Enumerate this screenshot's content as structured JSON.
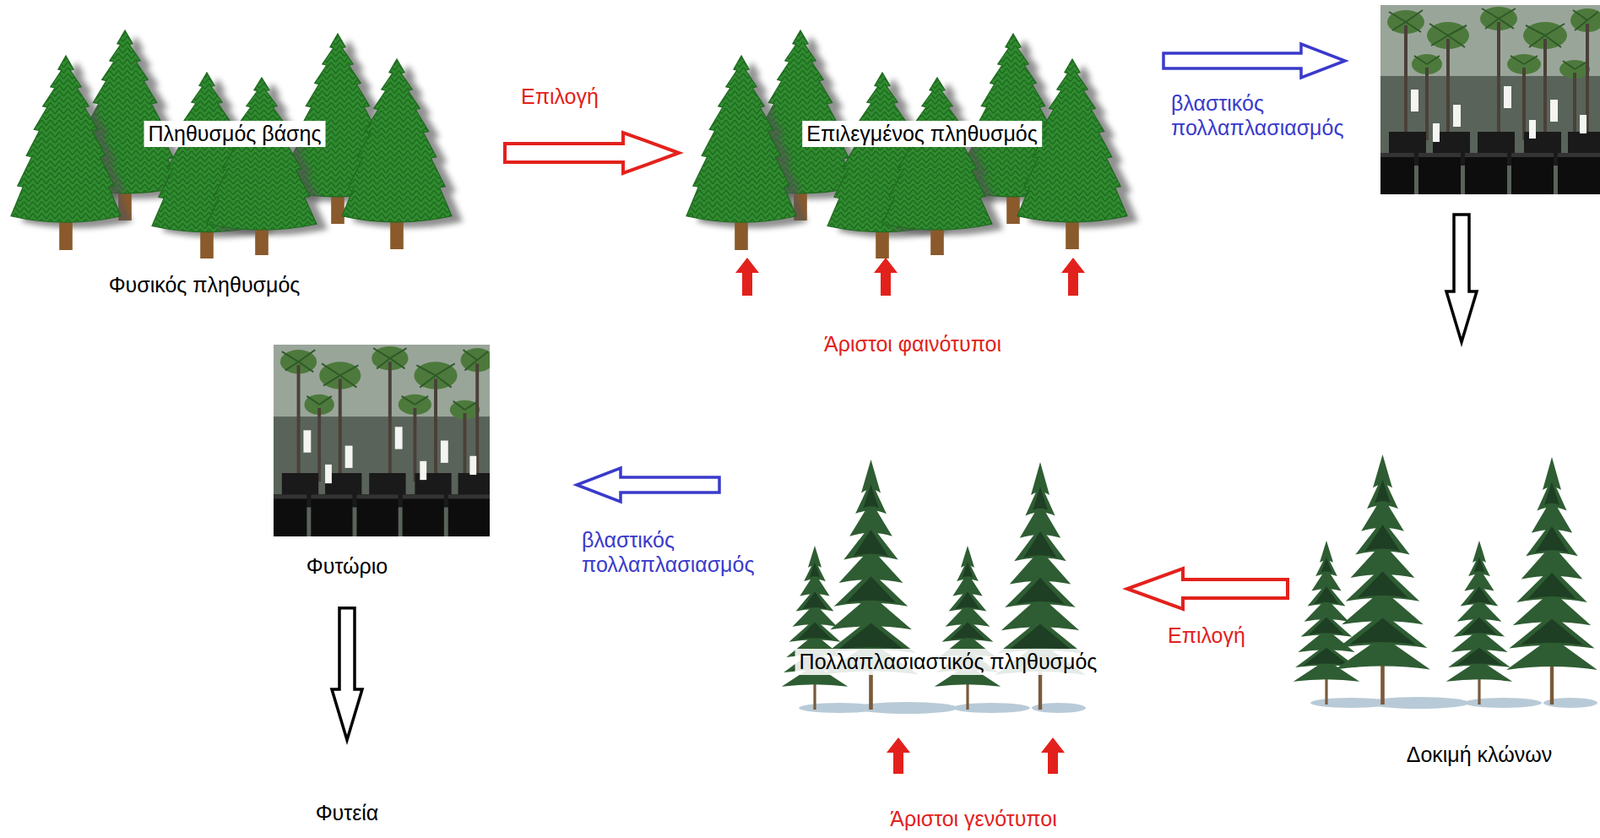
{
  "diagram": {
    "nodes": [
      {
        "text": [
          "Πληθυσμός βάσης",
          "Φυσικός πληθυσμός"
        ]
      },
      {
        "text": [
          "Επιλεγμένος πληθυσμός"
        ]
      },
      {
        "text": []
      },
      {
        "text": [
          "Δοκιμή κλώνων"
        ]
      },
      {
        "text": [
          "Πολλαπλασιαστικός πληθυσμός"
        ]
      },
      {
        "text": [
          "Φυτώριο"
        ]
      },
      {
        "text": [
          "Φυτεία"
        ]
      }
    ],
    "edges": [
      {
        "from": 0,
        "to": 1,
        "label": "Επιλογή",
        "arrow": "to"
      },
      {
        "from": 1,
        "to": 2,
        "label": "βλαστικός πολλαπλασιασμός",
        "arrow": "to"
      },
      {
        "from": 2,
        "to": 3,
        "arrow": "to"
      },
      {
        "from": 3,
        "to": 4,
        "label": "Επιλογή",
        "arrow": "to"
      },
      {
        "from": 4,
        "to": 5,
        "label": "βλαστικός πολλαπλασιασμός",
        "arrow": "to"
      },
      {
        "from": 5,
        "to": 6,
        "arrow": "to"
      }
    ],
    "labels": [
      "Άριστοι φαινότυποι",
      "Άριστοι γενότυποι"
    ]
  }
}
